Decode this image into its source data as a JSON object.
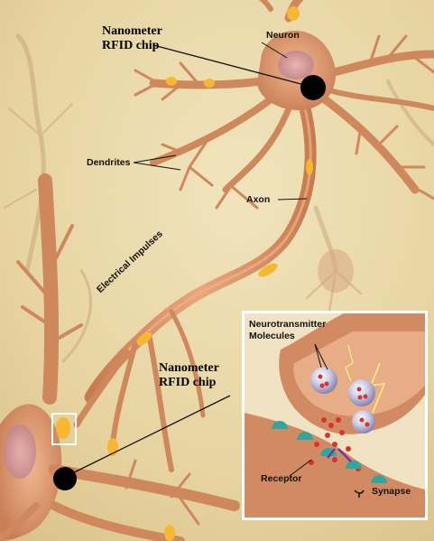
{
  "labels": {
    "chip_top_line1": "Nanometer",
    "chip_top_line2": "RFID chip",
    "chip_bottom_line1": "Nanometer",
    "chip_bottom_line2": "RFID chip",
    "neuron": "Neuron",
    "dendrites": "Dendrites",
    "axon": "Axon",
    "electrical_impulses": "Electrical Impulses"
  },
  "inset": {
    "neurotransmitter_line1": "Neurotransmitter",
    "neurotransmitter_line2": "Molecules",
    "receptor": "Receptor",
    "synapse": "Synapse"
  },
  "colors": {
    "background": "#e8d8a8",
    "neuron_body": "#d9966a",
    "chip": "#000000",
    "impulse": "#f5b830"
  }
}
